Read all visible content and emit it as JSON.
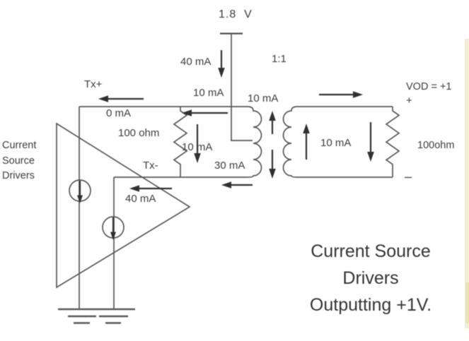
{
  "colors": {
    "background": "#ffffff",
    "line": "#585858",
    "text": "#3b3b3b",
    "arrow": "#303030",
    "edge_strip": "#f4eecd"
  },
  "power_rail": {
    "voltage": "1.8  V",
    "current_in": "40 mA"
  },
  "transformer": {
    "turns_ratio": "1:1",
    "primary_top_current": "10 mA",
    "primary_return_current": "30 mA",
    "secondary_current": "10 mA"
  },
  "primary_rail": {
    "current": "10 mA"
  },
  "driver": {
    "name_line1": "Current",
    "name_line2": "Source",
    "name_line3": "Drivers",
    "tx_plus_label": "Tx+",
    "tx_plus_current": "0 mA",
    "tx_minus_label": "Tx-",
    "tx_minus_current": "40 mA"
  },
  "primary_resistor": {
    "value": "100 ohm",
    "current": "10 mA"
  },
  "secondary": {
    "vod_label": "VOD = +1",
    "plus_terminal": "+",
    "minus_terminal": "–",
    "resistor_value": "100ohm"
  },
  "caption": {
    "line1": "Current Source",
    "line2": "Drivers",
    "line3": "Outputting +1V."
  }
}
